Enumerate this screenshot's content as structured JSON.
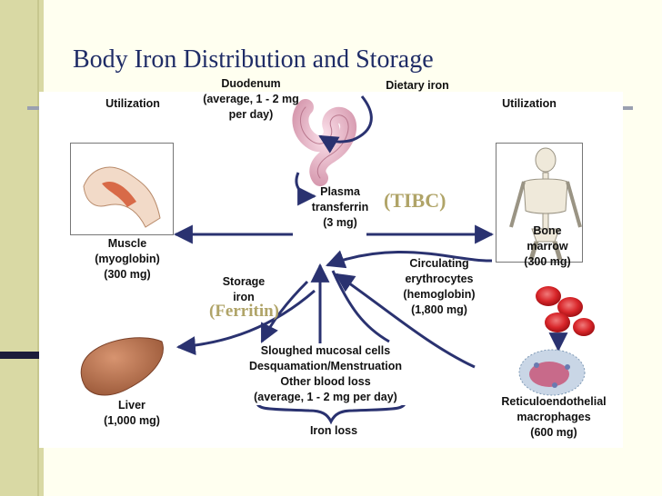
{
  "slide": {
    "title": "Body Iron Distribution and Storage"
  },
  "labels": {
    "utilization_left": "Utilization",
    "utilization_right": "Utilization",
    "duodenum": [
      "Duodenum",
      "(average, 1 - 2 mg",
      "per day)"
    ],
    "dietary_iron": "Dietary iron",
    "plasma_transferrin": [
      "Plasma",
      "transferrin",
      "(3 mg)"
    ],
    "tibc": "(TIBC)",
    "muscle": [
      "Muscle",
      "(myoglobin)",
      "(300 mg)"
    ],
    "bone_marrow": [
      "Bone",
      "marrow",
      "(300 mg)"
    ],
    "circulating": [
      "Circulating",
      "erythrocytes",
      "(hemoglobin)",
      "(1,800 mg)"
    ],
    "storage_iron": [
      "Storage",
      "iron"
    ],
    "ferritin": "(Ferritin)",
    "liver": [
      "Liver",
      "(1,000 mg)"
    ],
    "loss_sources": [
      "Sloughed mucosal cells",
      "Desquamation/Menstruation",
      "Other blood loss",
      "(average, 1 - 2 mg per day)"
    ],
    "iron_loss": "Iron loss",
    "macrophages": [
      "Reticuloendothelial",
      "macrophages",
      "(600 mg)"
    ]
  },
  "colors": {
    "title": "#1f2c66",
    "arrow": "#2a3270",
    "serif_accent": "#b0a468"
  }
}
